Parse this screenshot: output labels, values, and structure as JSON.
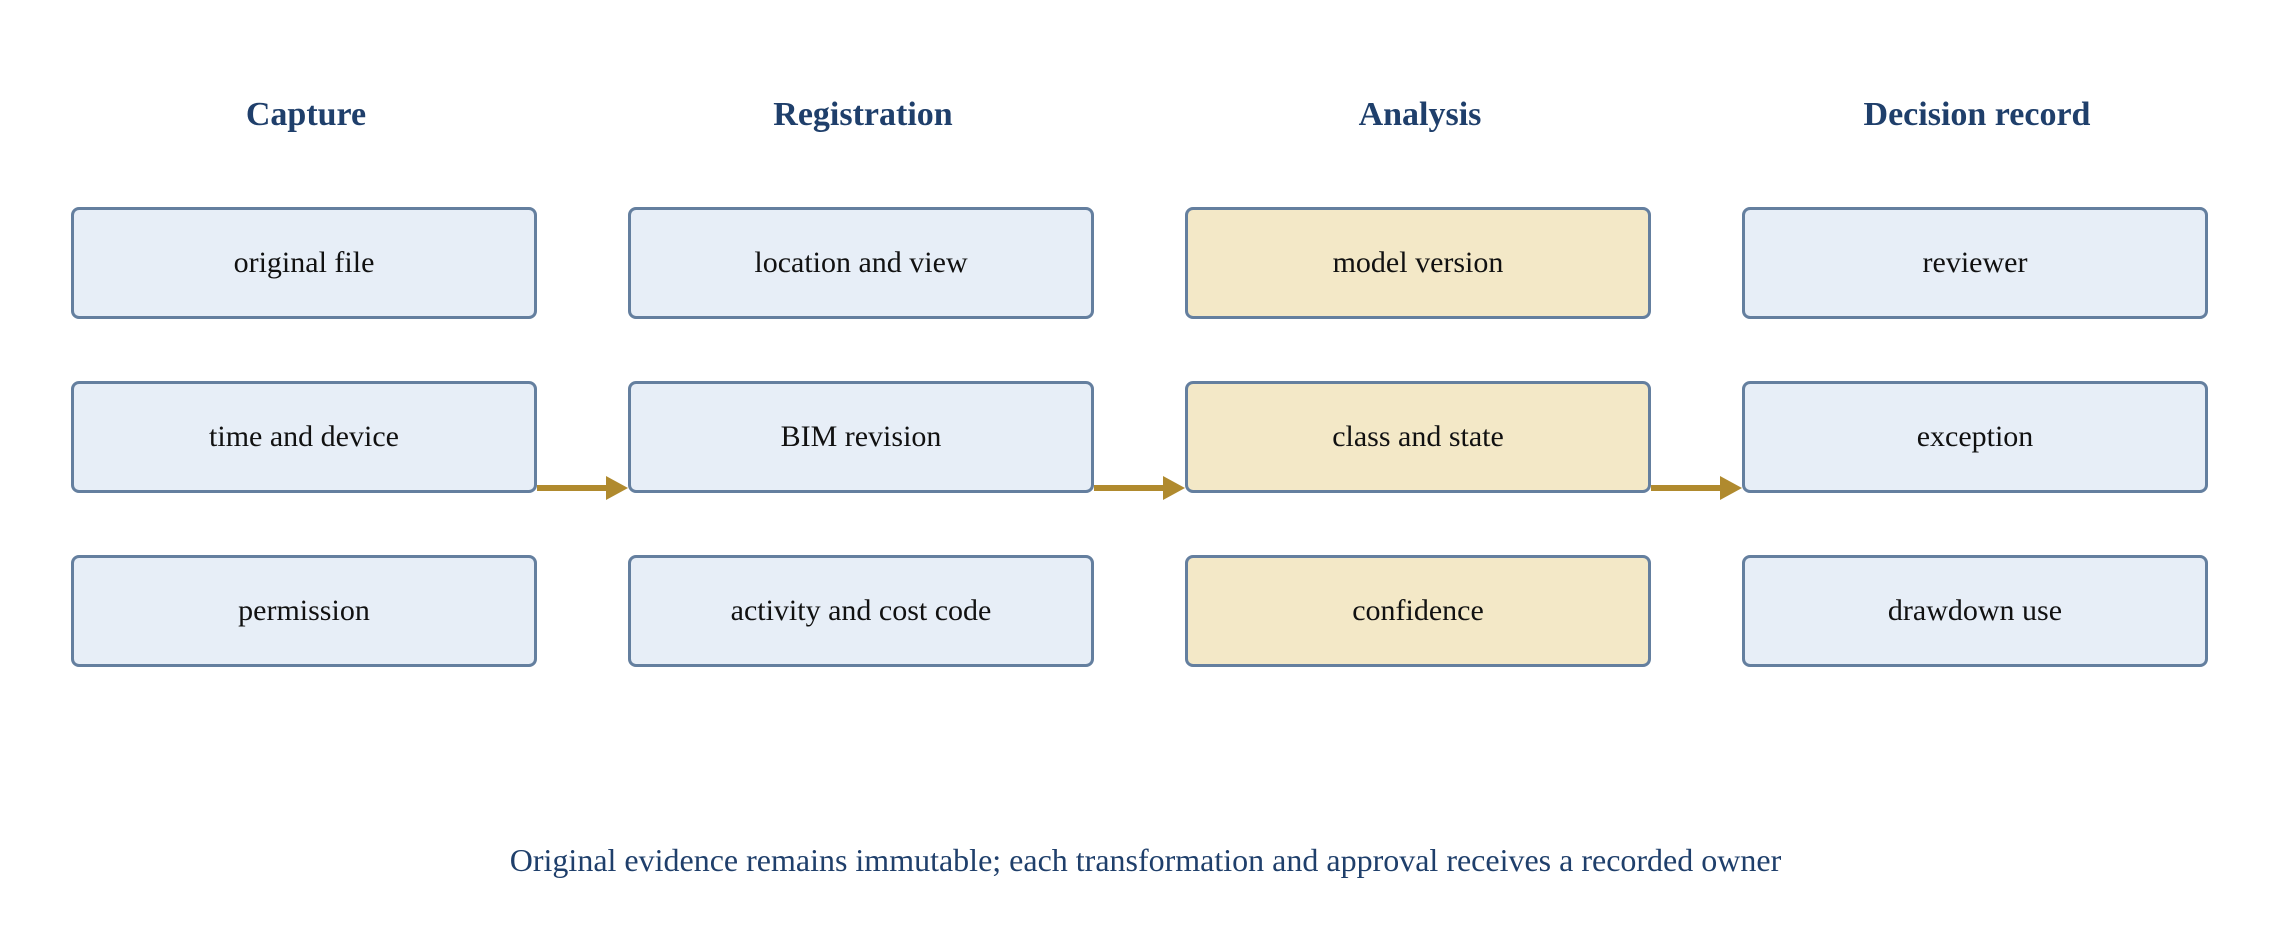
{
  "columns": [
    {
      "title": "Capture",
      "items": [
        "original file",
        "time and device",
        "permission"
      ]
    },
    {
      "title": "Registration",
      "items": [
        "location and view",
        "BIM revision",
        "activity and cost code"
      ]
    },
    {
      "title": "Analysis",
      "items": [
        "model version",
        "class and state",
        "confidence"
      ]
    },
    {
      "title": "Decision record",
      "items": [
        "reviewer",
        "exception",
        "drawdown use"
      ]
    }
  ],
  "caption": "Original evidence remains immutable; each transformation and approval receives a recorded owner",
  "colors": {
    "title": "#1f3f6b",
    "box_fill": "#e7eef7",
    "box_fill_highlight": "#f3e8c7",
    "box_border": "#647f9f",
    "arrow": "#b08a2e"
  }
}
